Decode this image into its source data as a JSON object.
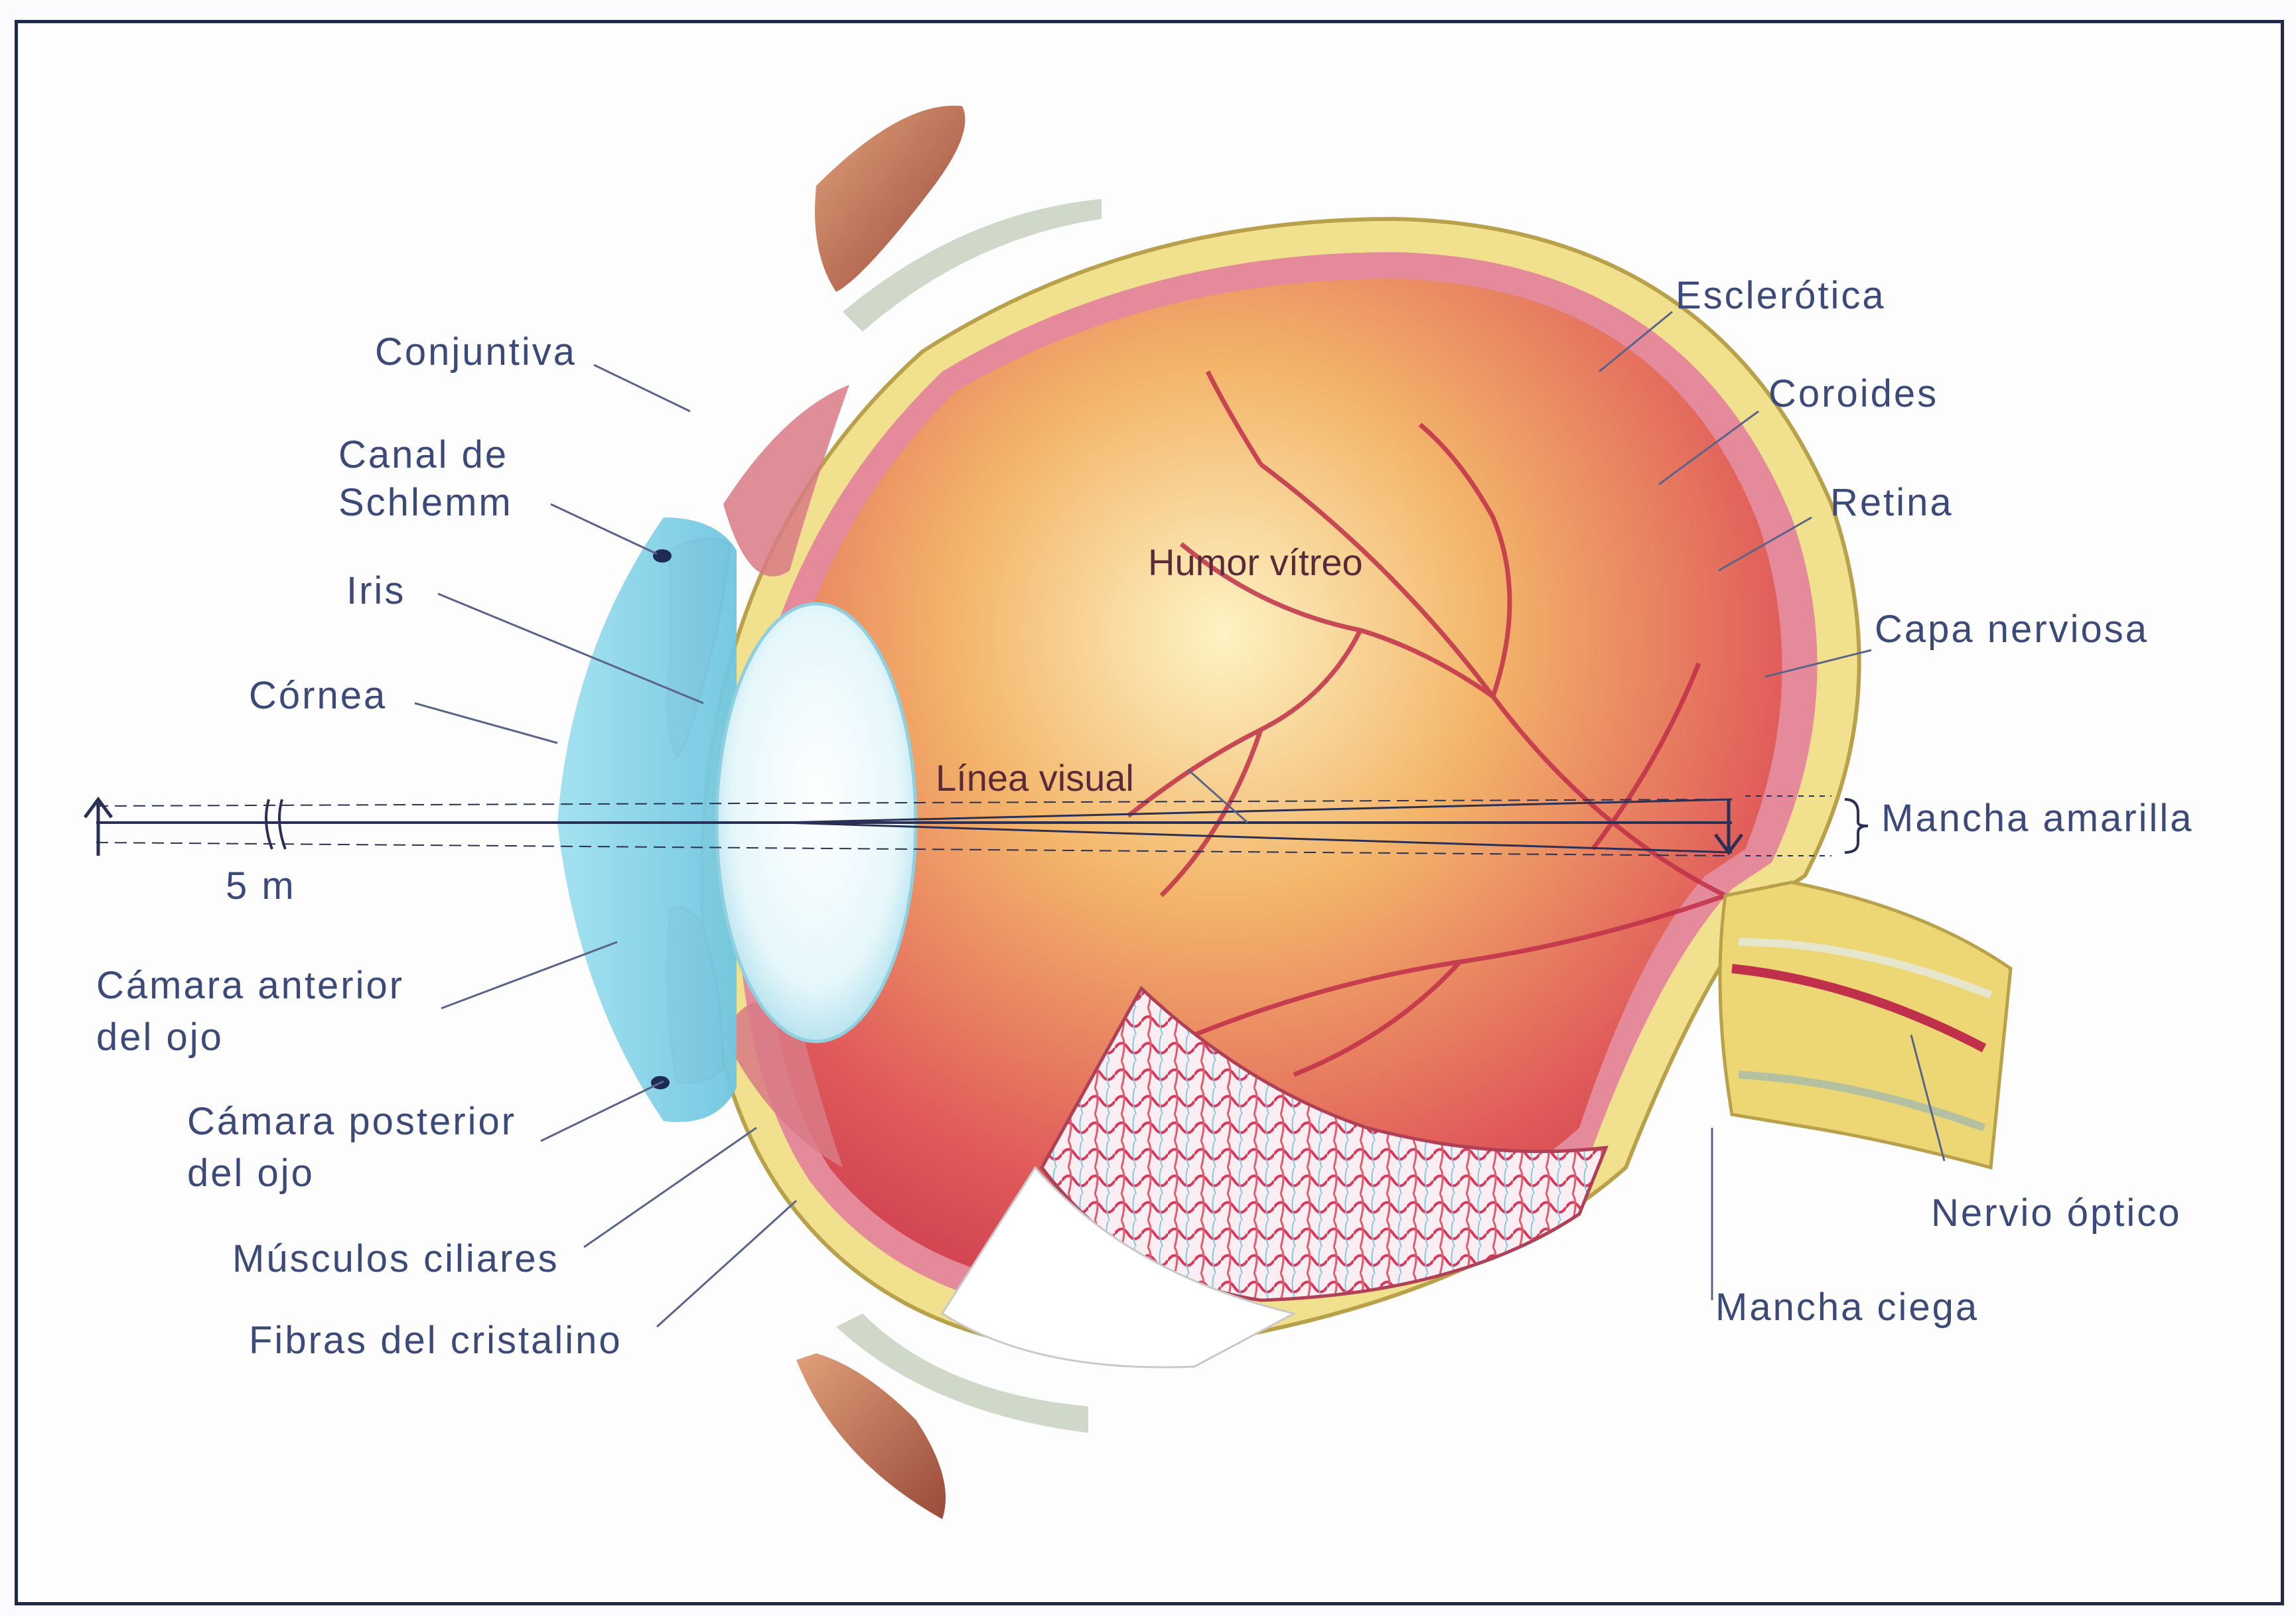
{
  "labels": {
    "conjuntiva": "Conjuntiva",
    "canal_de_schlemm_1": "Canal de",
    "canal_de_schlemm_2": "Schlemm",
    "iris": "Iris",
    "cornea": "Córnea",
    "distance": "5 m",
    "camara_anterior_1": "Cámara anterior",
    "camara_anterior_2": "del ojo",
    "camara_posterior_1": "Cámara posterior",
    "camara_posterior_2": "del ojo",
    "musculos_ciliares": "Músculos ciliares",
    "fibras_del_cristalino": "Fibras del cristalino",
    "esclerotica": "Esclerótica",
    "coroides": "Coroides",
    "retina": "Retina",
    "capa_nerviosa": "Capa nerviosa",
    "mancha_amarilla": "Mancha amarilla",
    "nervio_optico": "Nervio óptico",
    "mancha_ciega": "Mancha ciega",
    "humor_vitreo": "Humor vítreo",
    "linea_visual": "Línea visual"
  },
  "colors": {
    "label_text": "#3c4a7a",
    "cornea": "#7fd3ea",
    "lens": "#e8f7fb",
    "vitreous_center": "#fbe9a0",
    "vitreous_edge": "#d63f55",
    "sclera": "#f3e08a",
    "retina_layer": "#e48a9a",
    "vessels": "#c0304a",
    "iris": "#e79aa6",
    "optic_nerve": "#ecd774"
  }
}
